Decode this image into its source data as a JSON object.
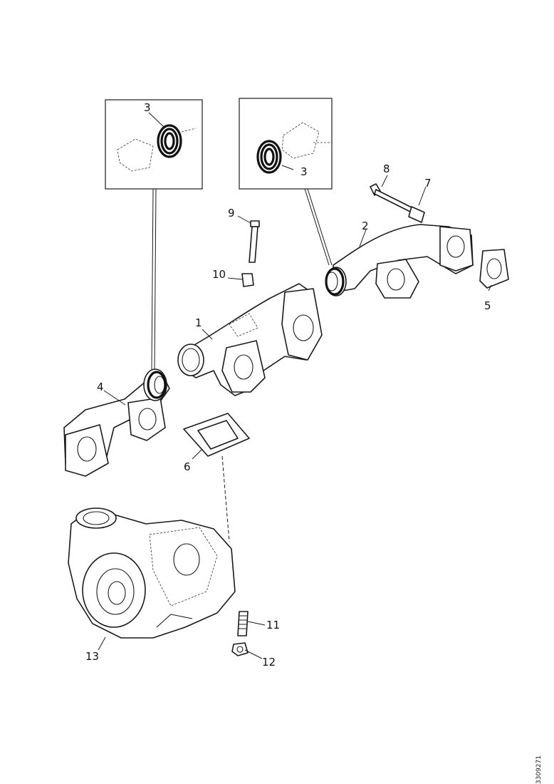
{
  "labels": {
    "l1": "1",
    "l2": "2",
    "l3a": "3",
    "l3b": "3",
    "l4": "4",
    "l5": "5",
    "l6": "6",
    "l7": "7",
    "l8": "8",
    "l9": "9",
    "l10": "10",
    "l11": "11",
    "l12": "12",
    "l13": "13"
  },
  "reference_code": "3309271",
  "colors": {
    "line": "#1a1a1a",
    "background": "#ffffff"
  }
}
